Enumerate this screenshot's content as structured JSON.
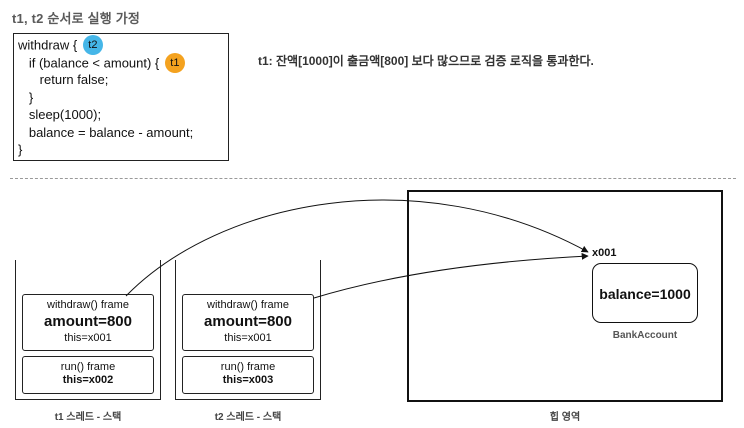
{
  "title": "t1, t2 순서로 실행 가정",
  "code": {
    "lines": [
      "withdraw { ",
      "   if (balance < amount) { ",
      "      return false;",
      "   }",
      "   sleep(1000);",
      "   balance = balance - amount;",
      "}"
    ],
    "badge_line1": "t2",
    "badge_line2": "t1"
  },
  "note": "t1: 잔액[1000]이 출금액[800] 보다 많으므로 검증 로직을 통과한다.",
  "stacks": [
    {
      "caption": "t1 스레드 - 스택",
      "frames": [
        {
          "name": "withdraw() frame",
          "var": "amount=800",
          "this": "this=x001"
        },
        {
          "name": "run() frame",
          "this": "this=x002"
        }
      ]
    },
    {
      "caption": "t2 스레드 - 스택",
      "frames": [
        {
          "name": "withdraw() frame",
          "var": "amount=800",
          "this": "this=x001"
        },
        {
          "name": "run() frame",
          "this": "this=x003"
        }
      ]
    }
  ],
  "heap": {
    "caption": "힙 영역",
    "object": {
      "address": "x001",
      "field": "balance=1000",
      "class_name": "BankAccount"
    }
  },
  "colors": {
    "t1_badge": "#f4a21f",
    "t2_badge": "#45b6e8"
  }
}
